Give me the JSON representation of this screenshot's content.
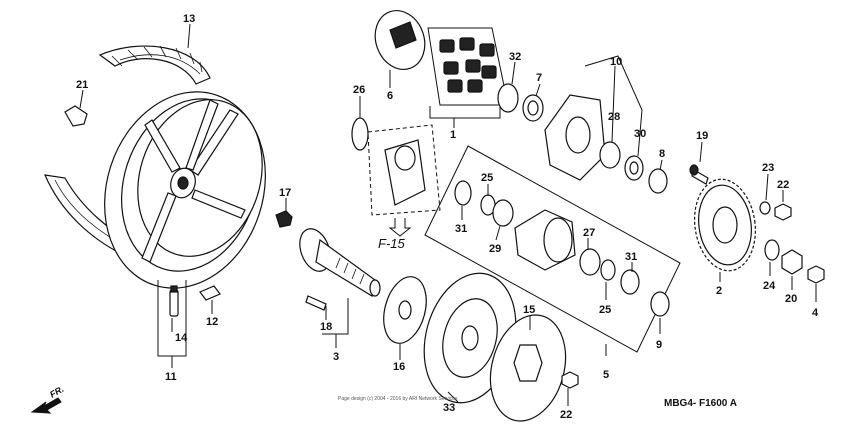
{
  "diagram": {
    "callouts": {
      "c1": "1",
      "c2": "2",
      "c3": "3",
      "c4": "4",
      "c5": "5",
      "c6": "6",
      "c7": "7",
      "c8": "8",
      "c9": "9",
      "c10": "10",
      "c11": "11",
      "c12": "12",
      "c13": "13",
      "c14": "14",
      "c15": "15",
      "c16": "16",
      "c17": "17",
      "c18": "18",
      "c19": "19",
      "c20": "20",
      "c21": "21",
      "c22a": "22",
      "c22b": "22",
      "c23": "23",
      "c24": "24",
      "c25a": "25",
      "c25b": "25",
      "c26": "26",
      "c27": "27",
      "c28": "28",
      "c29": "29",
      "c30": "30",
      "c31a": "31",
      "c31b": "31",
      "c32": "32",
      "c33": "33"
    },
    "figure_ref": "F-15",
    "diagram_code": "MBG4- F1600 A",
    "direction_label": "FR.",
    "copyright": "Page design (c) 2004 - 2016 by ARI Network Services"
  }
}
